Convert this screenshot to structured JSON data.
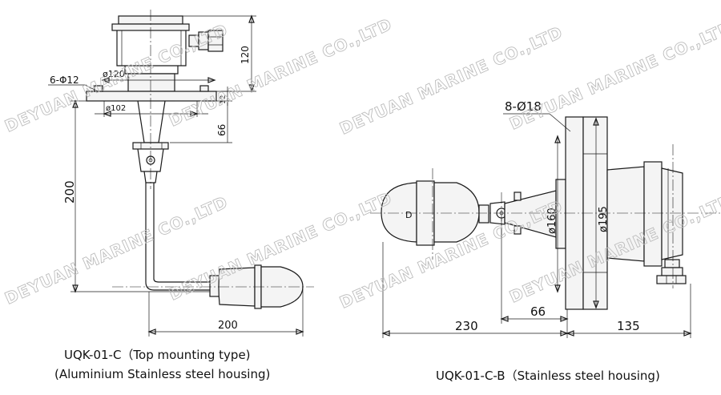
{
  "left": {
    "caption_line1": "UQK-01-C（Top mounting type)",
    "caption_line2": "(Aluminium Stainless steel housing)",
    "dims": {
      "d120": "ø120",
      "d102": "ø102",
      "holes": "6-Φ12",
      "h120": "120",
      "h66": "66",
      "h200": "200",
      "w200": "200",
      "flange_t": "12"
    }
  },
  "right": {
    "caption": "UQK-01-C-B（Stainless steel housing)",
    "dims": {
      "holes": "8-Ø18",
      "d160": "ø160",
      "d195": "ø195",
      "l66": "66",
      "l230": "230",
      "l135": "135"
    },
    "float_mark": "D"
  },
  "watermark": "DEYUAN MARINE CO.,LTD"
}
